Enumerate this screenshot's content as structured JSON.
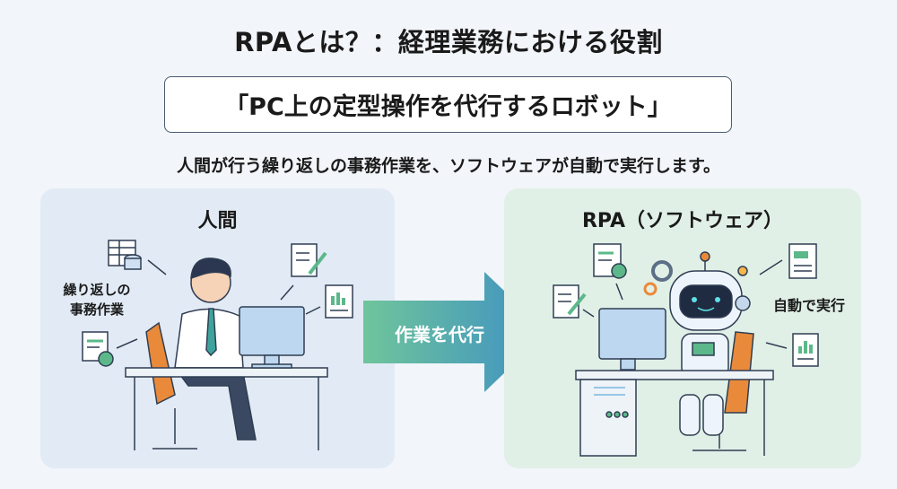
{
  "title": "RPAとは？：経理業務における役割",
  "definition": "「PC上の定型操作を代行するロボット」",
  "subtitle": "人間が行う繰り返しの事務作業を、ソフトウェアが自動で実行します。",
  "human_panel": {
    "heading": "人間",
    "label_line1": "繰り返しの",
    "label_line2": "事務作業"
  },
  "arrow": {
    "label": "作業を代行"
  },
  "rpa_panel": {
    "heading": "RPA（ソフトウェア）",
    "label": "自動で実行"
  },
  "colors": {
    "accent_green": "#5cb88a",
    "accent_blue": "#3d8fc4",
    "chair_orange": "#e98a3a"
  }
}
